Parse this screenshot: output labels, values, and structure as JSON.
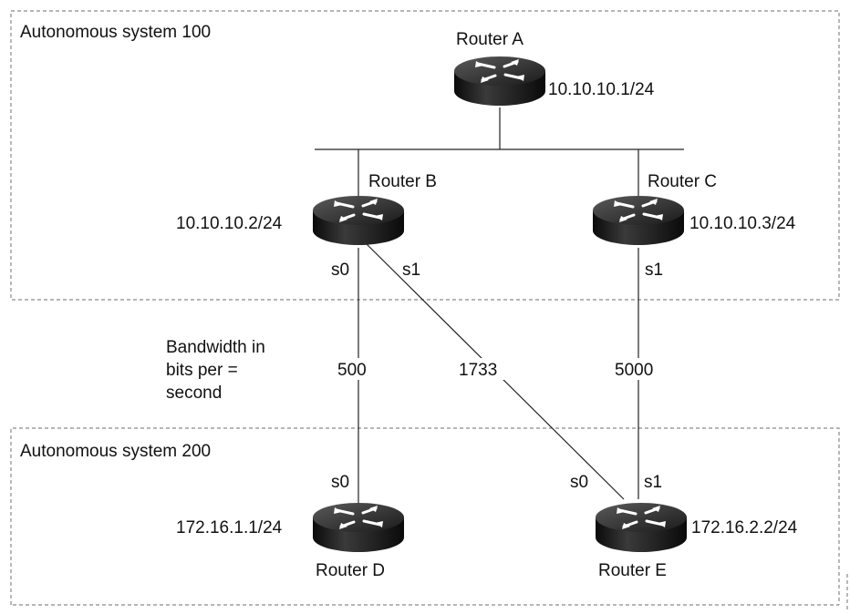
{
  "autonomous_systems": [
    {
      "label": "Autonomous system 100"
    },
    {
      "label": "Autonomous system 200"
    }
  ],
  "routers": {
    "a": {
      "name": "Router A",
      "ip": "10.10.10.1/24"
    },
    "b": {
      "name": "Router B",
      "ip": "10.10.10.2/24"
    },
    "c": {
      "name": "Router C",
      "ip": "10.10.10.3/24"
    },
    "d": {
      "name": "Router D",
      "ip": "172.16.1.1/24"
    },
    "e": {
      "name": "Router E",
      "ip": "172.16.2.2/24"
    }
  },
  "interfaces": {
    "b_s0": "s0",
    "b_s1": "s1",
    "c_s1": "s1",
    "d_s0": "s0",
    "e_s0": "s0",
    "e_s1": "s1"
  },
  "bandwidth_label": [
    "Bandwidth in",
    "bits per =",
    "second"
  ],
  "links": {
    "b_d": "500",
    "b_e": "1733",
    "c_e": "5000"
  }
}
